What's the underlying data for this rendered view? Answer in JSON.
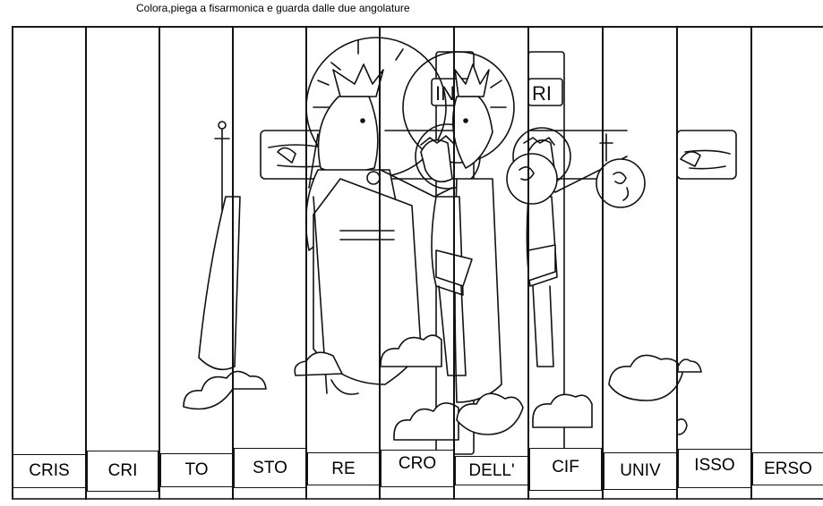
{
  "worksheet": {
    "instruction": "Colora,piega a fisarmonica e guarda dalle due angolature",
    "sign_left": "IN",
    "sign_right": "RI",
    "strips": [
      {
        "label": "CRIS"
      },
      {
        "label": "CRI"
      },
      {
        "label": "TO"
      },
      {
        "label": "STO"
      },
      {
        "label": "RE"
      },
      {
        "label": "CRO"
      },
      {
        "label": "DELL'"
      },
      {
        "label": "CIF"
      },
      {
        "label": "UNIV"
      },
      {
        "label": "ISSO"
      },
      {
        "label": "ERSO"
      }
    ]
  }
}
